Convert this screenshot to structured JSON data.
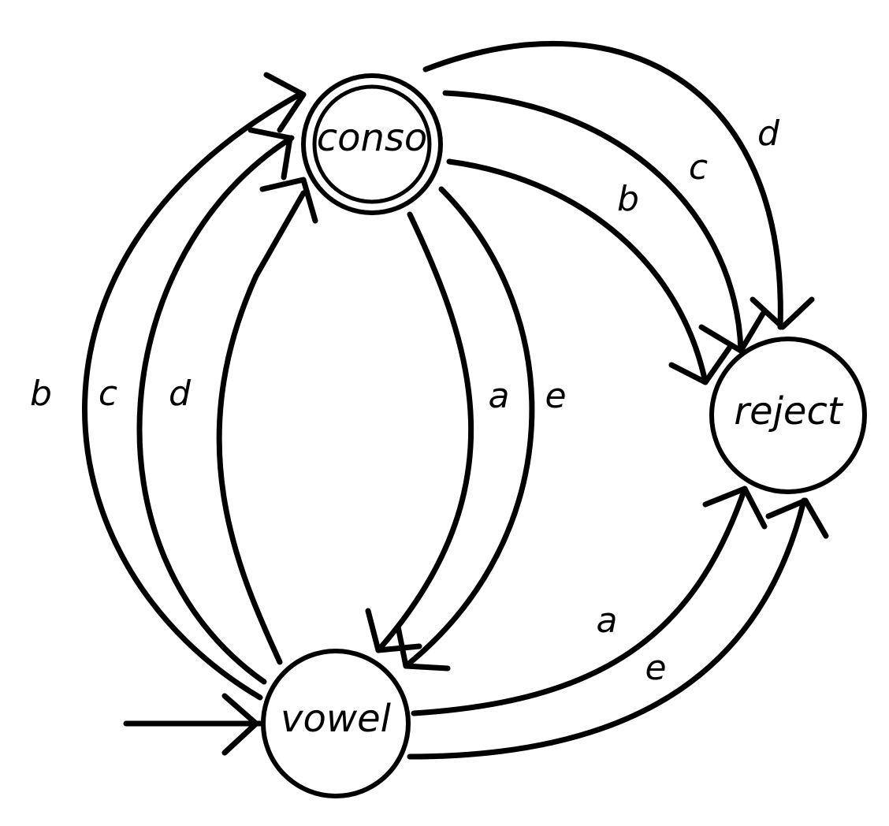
{
  "diagram": {
    "stroke_color": "#000000",
    "background": "#ffffff",
    "states": {
      "conso": {
        "label": "conso",
        "accepting": true,
        "initial": false
      },
      "vowel": {
        "label": "vowel",
        "accepting": false,
        "initial": true
      },
      "reject": {
        "label": "reject",
        "accepting": false,
        "initial": false
      }
    },
    "transitions": {
      "vowel_to_conso_b": {
        "from": "vowel",
        "to": "conso",
        "label": "b"
      },
      "vowel_to_conso_c": {
        "from": "vowel",
        "to": "conso",
        "label": "c"
      },
      "vowel_to_conso_d": {
        "from": "vowel",
        "to": "conso",
        "label": "d"
      },
      "conso_to_vowel_a": {
        "from": "conso",
        "to": "vowel",
        "label": "a"
      },
      "conso_to_vowel_e": {
        "from": "conso",
        "to": "vowel",
        "label": "e"
      },
      "conso_to_reject_b": {
        "from": "conso",
        "to": "reject",
        "label": "b"
      },
      "conso_to_reject_c": {
        "from": "conso",
        "to": "reject",
        "label": "c"
      },
      "conso_to_reject_d": {
        "from": "conso",
        "to": "reject",
        "label": "d"
      },
      "vowel_to_reject_a": {
        "from": "vowel",
        "to": "reject",
        "label": "a"
      },
      "vowel_to_reject_e": {
        "from": "vowel",
        "to": "reject",
        "label": "e"
      }
    }
  }
}
